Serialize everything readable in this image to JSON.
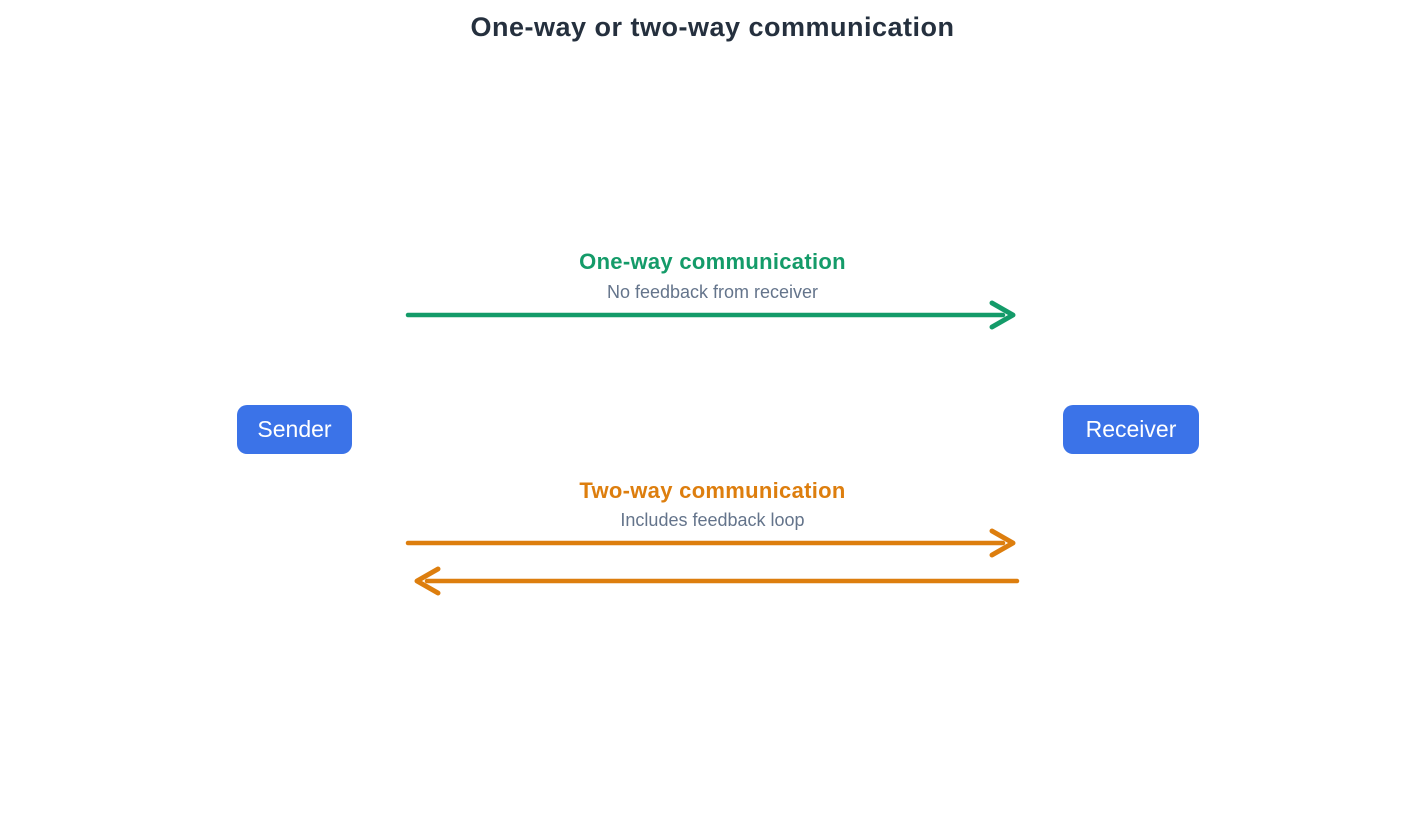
{
  "title": "One-way or two-way communication",
  "colors": {
    "title_text": "#25303e",
    "green": "#149b69",
    "orange": "#dd7e0e",
    "subtitle_gray": "#64748b",
    "node_blue": "#3b73e8",
    "node_text": "#ffffff",
    "background": "#ffffff"
  },
  "nodes": {
    "sender": {
      "label": "Sender"
    },
    "receiver": {
      "label": "Receiver"
    }
  },
  "one_way": {
    "heading": "One-way communication",
    "subtitle": "No feedback from receiver",
    "direction": "sender-to-receiver"
  },
  "two_way": {
    "heading": "Two-way communication",
    "subtitle": "Includes feedback loop",
    "directions": [
      "sender-to-receiver",
      "receiver-to-sender"
    ]
  }
}
